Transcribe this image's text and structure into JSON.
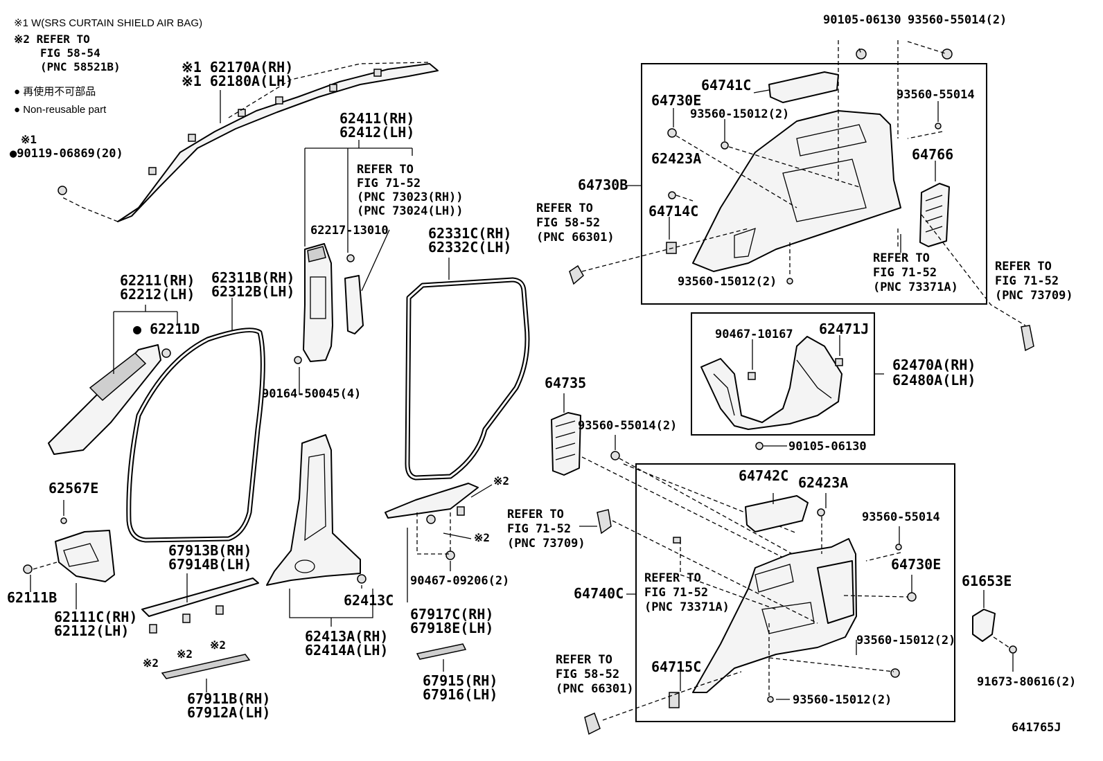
{
  "notes": {
    "n1": "※1 W(SRS CURTAIN SHIELD AIR BAG)",
    "n2a": "※2 REFER TO",
    "n2b": "FIG 58-54",
    "n2c": "(PNC 58521B)",
    "n3": "● 再使用不可部品",
    "n4": "● Non-reusable part"
  },
  "labels": {
    "p90119a": "※1",
    "p90119b": "●90119-06869(20)",
    "p62170a": "※1 62170A(RH)",
    "p62170b": "※1 62180A(LH)",
    "p62411a": "62411(RH)",
    "p62411b": "62412(LH)",
    "ref7152a": "REFER TO",
    "ref7152b": "FIG 71-52",
    "ref7152c": "(PNC 73023(RH))",
    "ref7152d": "(PNC 73024(LH))",
    "p62217": "62217-13010",
    "p62211a": "62211(RH)",
    "p62211b": "62212(LH)",
    "p62211d": "● 62211D",
    "p62311a": "62311B(RH)",
    "p62311b": "62312B(LH)",
    "p90164": "90164-50045(4)",
    "p62331a": "62331C(RH)",
    "p62331b": "62332C(LH)",
    "p62567e": "62567E",
    "p62111b": "62111B",
    "p62111ca": "62111C(RH)",
    "p62111cb": "62112(LH)",
    "p67913a": "67913B(RH)",
    "p67913b": "67914B(LH)",
    "p62413c": "62413C",
    "p62413aa": "62413A(RH)",
    "p62413ab": "62414A(LH)",
    "p90467b": "90467-09206(2)",
    "p67917a": "67917C(RH)",
    "p67917b": "67918E(LH)",
    "p67915a": "67915(RH)",
    "p67915b": "67916(LH)",
    "p67911a": "67911B(RH)",
    "p67911b": "67912A(LH)",
    "s2a": "※2",
    "s2b": "※2",
    "s2c": "※2",
    "s2d": "※2",
    "s2e": "※2",
    "p90105a": "90105-06130",
    "p93560a": "93560-55014(2)",
    "p64741c": "64741C",
    "p64730e_top": "64730E",
    "p93560_15012a": "93560-15012(2)",
    "p93560_55014b": "93560-55014",
    "p62423a_top": "62423A",
    "p64730b": "64730B",
    "p64766": "64766",
    "ref5852a": "REFER TO",
    "ref5852b": "FIG 58-52",
    "ref5852c": "(PNC 66301)",
    "p64714c": "64714C",
    "ref73371a": "REFER TO",
    "ref73371b": "FIG 71-52",
    "ref73371c": "(PNC 73371A)",
    "p93560_15012b": "93560-15012(2)",
    "ref73709a": "REFER TO",
    "ref73709b": "FIG 71-52",
    "ref73709c": "(PNC 73709)",
    "p90467a": "90467-10167",
    "p62471j": "62471J",
    "p62470a": "62470A(RH)",
    "p62470b": "62480A(LH)",
    "p64735": "64735",
    "p93560_55014c": "93560-55014(2)",
    "p90105b": "90105-06130",
    "p64742c": "64742C",
    "p62423a_bot": "62423A",
    "ref73709b1": "REFER TO",
    "ref73709b2": "FIG 71-52",
    "ref73709b3": "(PNC 73709)",
    "p93560_55014d": "93560-55014",
    "p64730e_bot": "64730E",
    "ref73371b1": "REFER TO",
    "ref73371b2": "FIG 71-52",
    "ref73371b3": "(PNC 73371A)",
    "p64740c": "64740C",
    "p61653e": "61653E",
    "p93560_15012c": "93560-15012(2)",
    "ref5852b1": "REFER TO",
    "ref5852b2": "FIG 58-52",
    "ref5852b3": "(PNC 66301)",
    "p64715c": "64715C",
    "p93560_15012d": "93560-15012(2)",
    "p91673": "91673-80616(2)",
    "fig_id": "641765J"
  }
}
